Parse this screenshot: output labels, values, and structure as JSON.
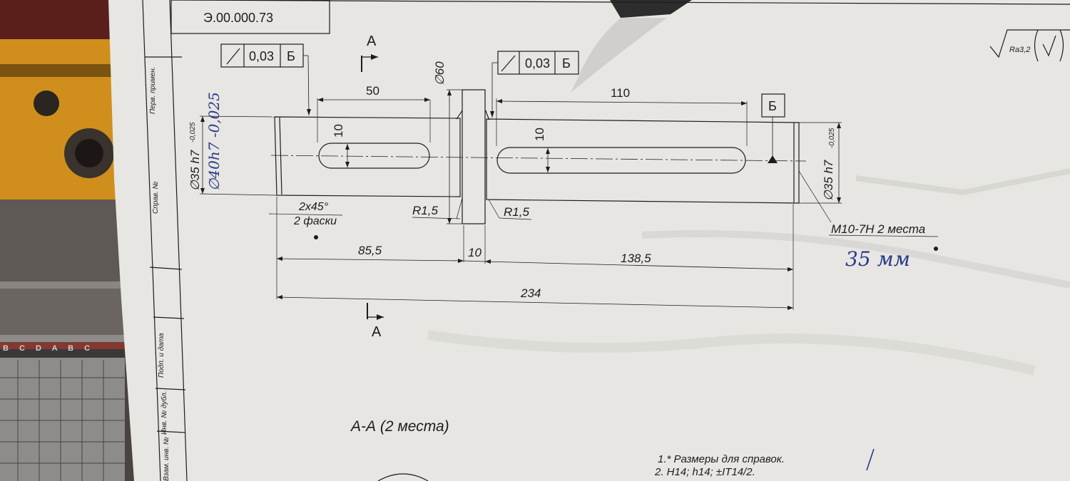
{
  "drawing": {
    "doc_number": "Э.00.000.73",
    "section_mark": "А",
    "datum_label": "Б",
    "runout_left": {
      "value": "0,03",
      "datum": "Б"
    },
    "runout_right": {
      "value": "0,03",
      "datum": "Б"
    },
    "roughness": "Ra3,2",
    "roughness_check": "√",
    "dims": {
      "d60": "60",
      "len50": "50",
      "len110": "110",
      "key_w_left": "10",
      "key_w_right": "10",
      "len85": "85,5",
      "len10": "10",
      "len138": "138,5",
      "len234": "234",
      "chamfer": "2x45°",
      "chamfer_count": "2 фаски",
      "r_left": "R1,5",
      "r_right": "R1,5",
      "d35_left": "35 h7",
      "tol_left": "-0,025",
      "d35_right": "35 h7",
      "tol_right": "-0,025",
      "thread": "M10-7H  2 места"
    },
    "section_title": "А-А (2 места)",
    "notes": [
      "1.* Размеры для справок.",
      "2. H14; h14; ±IT14/2."
    ],
    "title_block": {
      "c1": "Перв. примен.",
      "c2": "Справ. №",
      "c3": "Подп. и дата",
      "c4": "Инв. № дубл.",
      "c5": "Взам. инв. №"
    },
    "handwritten": {
      "left": "∅40h7 -0,025",
      "right": "35 мм"
    }
  },
  "ruler": {
    "letters": "B C D A B C"
  },
  "colors": {
    "paper": "#e7e6e2",
    "ink_line": "#1c1c1c",
    "pen": "#2a3a8c",
    "vise": "#d08f1c"
  }
}
